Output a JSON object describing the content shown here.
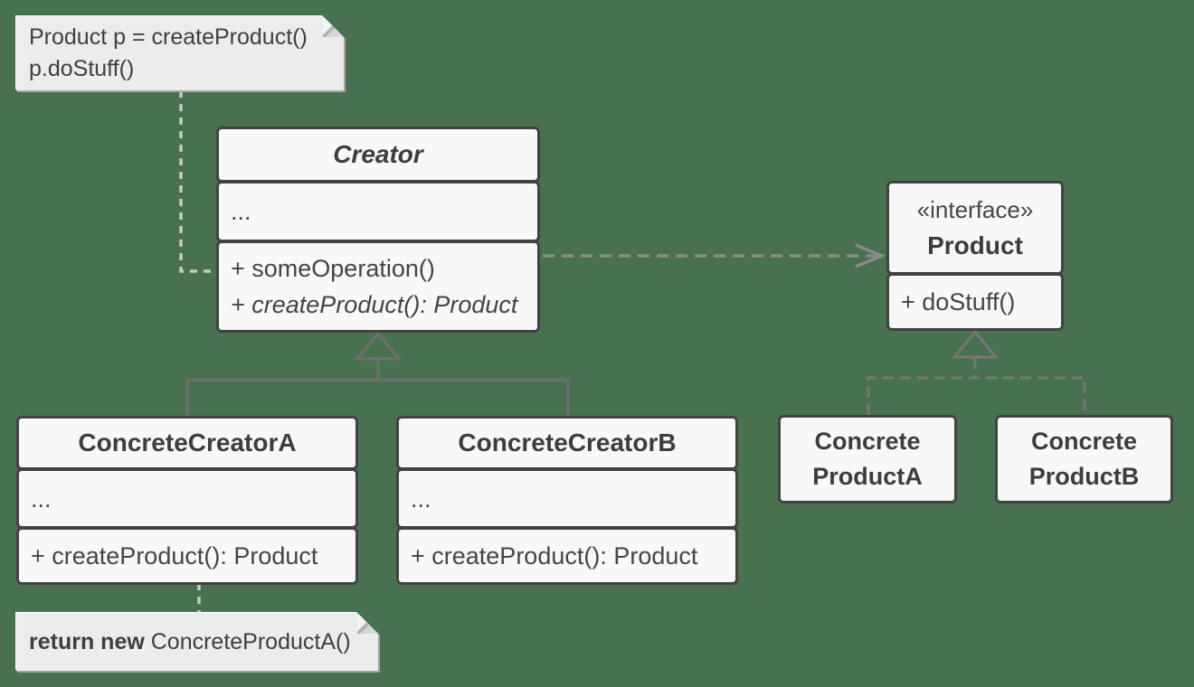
{
  "diagram": {
    "kind": "uml-class-diagram",
    "pattern": "Factory Method"
  },
  "colors": {
    "background": "#487150",
    "box_fill": "#f8f8f8",
    "box_border": "#424242",
    "text": "#3f3f3f",
    "note_fill": "#ececec",
    "note_shadow": "#a6a6a6",
    "inheritance_line": "#6f6f6f",
    "realization_line": "#777777",
    "dependency_line": "#8a8a8a",
    "note_connector": "#c8c8c8"
  },
  "notes": {
    "usage": {
      "line1": "Product p = createProduct()",
      "line2": "p.doStuff()"
    },
    "creation": {
      "bold": "return new",
      "rest": " ConcreteProductA()"
    }
  },
  "classes": {
    "creator": {
      "title": "Creator",
      "placeholder": "...",
      "method_some": "+ someOperation()",
      "method_create": "+ createProduct(): Product"
    },
    "product": {
      "stereotype": "«interface»",
      "title": "Product",
      "method": "+ doStuff()"
    },
    "creator_a": {
      "title": "ConcreteCreatorA",
      "placeholder": "...",
      "method": "+ createProduct(): Product"
    },
    "creator_b": {
      "title": "ConcreteCreatorB",
      "placeholder": "...",
      "method": "+ createProduct(): Product"
    },
    "product_a": {
      "line1": "Concrete",
      "line2": "ProductA"
    },
    "product_b": {
      "line1": "Concrete",
      "line2": "ProductB"
    }
  },
  "relations": {
    "dependency": "Creator ..> Product",
    "inheritance_a": "ConcreteCreatorA --|> Creator",
    "inheritance_b": "ConcreteCreatorB --|> Creator",
    "realization_a": "ConcreteProductA ..|> Product",
    "realization_b": "ConcreteProductB ..|> Product"
  }
}
